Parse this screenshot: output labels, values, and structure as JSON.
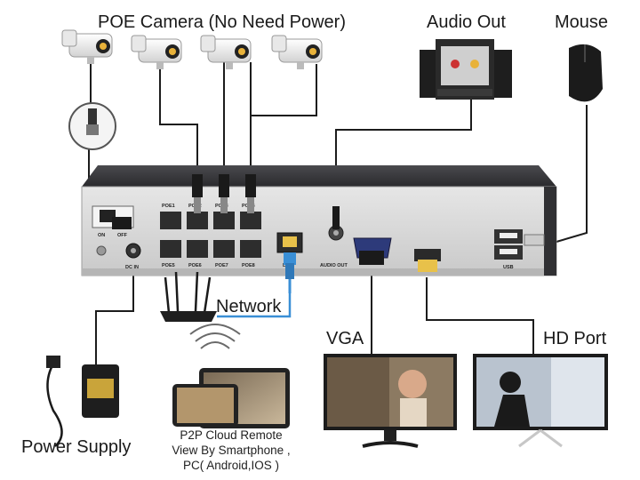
{
  "labels": {
    "poe_camera": "POE Camera (No Need Power)",
    "audio_out": "Audio Out",
    "mouse": "Mouse",
    "network": "Network",
    "vga": "VGA",
    "hd_port": "HD Port",
    "power_supply": "Power Supply",
    "p2p_line1": "P2P Cloud Remote",
    "p2p_line2": "View By Smartphone ,",
    "p2p_line3": "PC( Android,IOS )"
  },
  "panel": {
    "switch_on": "ON",
    "switch_off": "OFF",
    "dc_in": "DC IN",
    "poe_ports": [
      "POE1",
      "POE2",
      "POE3",
      "POE4",
      "POE5",
      "POE6",
      "POE7",
      "POE8"
    ],
    "lan": "LAN",
    "audio_out": "AUDIO OUT",
    "usb": "USB"
  },
  "colors": {
    "nvr_body": "#2b2b2e",
    "panel": "#d9d9d9",
    "cable": "#1c1c1c",
    "lan_cable": "#3a8fd6",
    "network_label_box": "#3a8fd6"
  }
}
